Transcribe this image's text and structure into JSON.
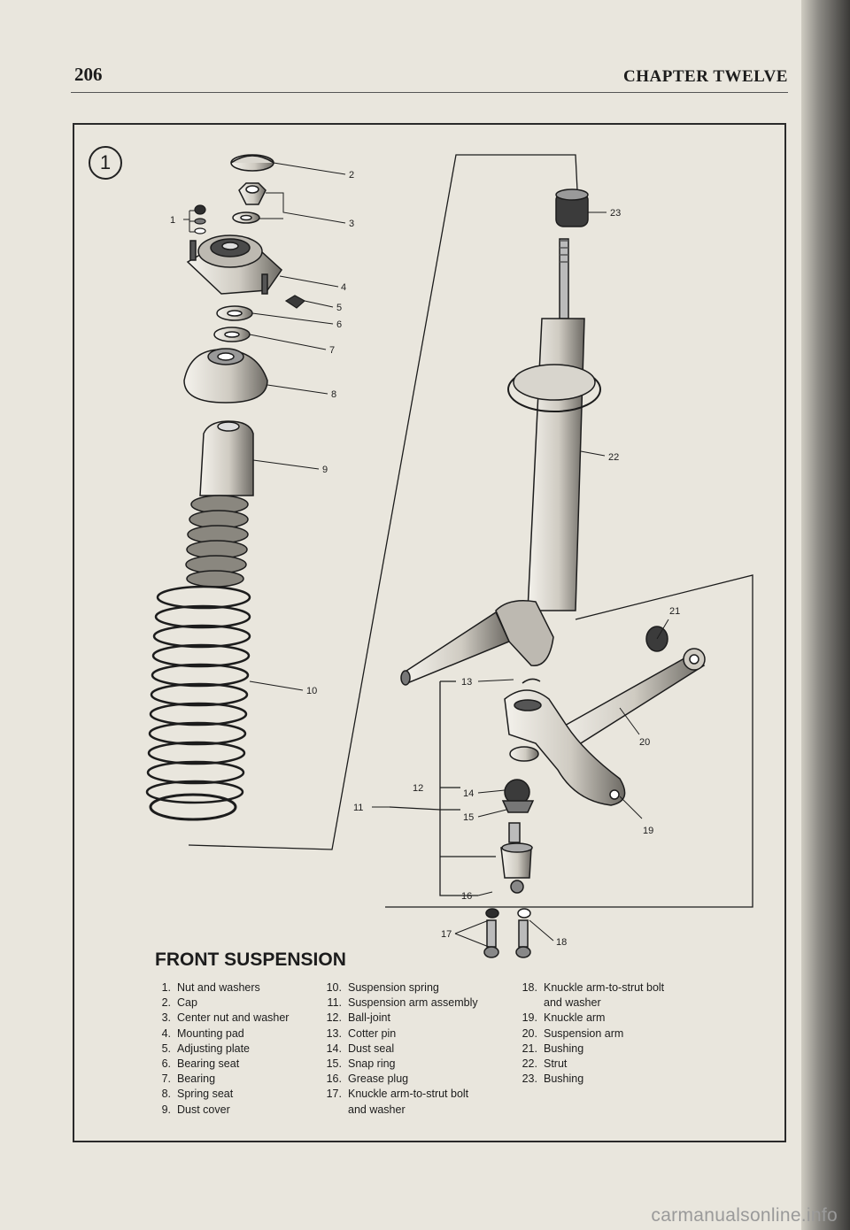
{
  "header": {
    "page_number": "206",
    "chapter_title": "CHAPTER TWELVE"
  },
  "figure": {
    "number": "1",
    "title": "FRONT SUSPENSION",
    "callouts": [
      "1",
      "2",
      "3",
      "4",
      "5",
      "6",
      "7",
      "8",
      "9",
      "10",
      "11",
      "12",
      "13",
      "14",
      "15",
      "16",
      "17",
      "18",
      "19",
      "20",
      "21",
      "22",
      "23"
    ],
    "legend": [
      {
        "num": "1.",
        "text": "Nut and washers"
      },
      {
        "num": "2.",
        "text": "Cap"
      },
      {
        "num": "3.",
        "text": "Center nut and washer"
      },
      {
        "num": "4.",
        "text": "Mounting pad"
      },
      {
        "num": "5.",
        "text": "Adjusting plate"
      },
      {
        "num": "6.",
        "text": "Bearing seat"
      },
      {
        "num": "7.",
        "text": "Bearing"
      },
      {
        "num": "8.",
        "text": "Spring seat"
      },
      {
        "num": "9.",
        "text": "Dust cover"
      },
      {
        "num": "10.",
        "text": "Suspension spring"
      },
      {
        "num": "11.",
        "text": "Suspension arm assembly"
      },
      {
        "num": "12.",
        "text": "Ball-joint"
      },
      {
        "num": "13.",
        "text": "Cotter pin"
      },
      {
        "num": "14.",
        "text": "Dust seal"
      },
      {
        "num": "15.",
        "text": "Snap ring"
      },
      {
        "num": "16.",
        "text": "Grease plug"
      },
      {
        "num": "17.",
        "text": "Knuckle arm-to-strut bolt",
        "cont": "and washer"
      },
      {
        "num": "18.",
        "text": "Knuckle arm-to-strut bolt",
        "cont": "and washer"
      },
      {
        "num": "19.",
        "text": "Knuckle arm"
      },
      {
        "num": "20.",
        "text": "Suspension arm"
      },
      {
        "num": "21.",
        "text": "Bushing"
      },
      {
        "num": "22.",
        "text": "Strut"
      },
      {
        "num": "23.",
        "text": "Bushing"
      }
    ]
  },
  "watermark": "carmanualsonline.info"
}
